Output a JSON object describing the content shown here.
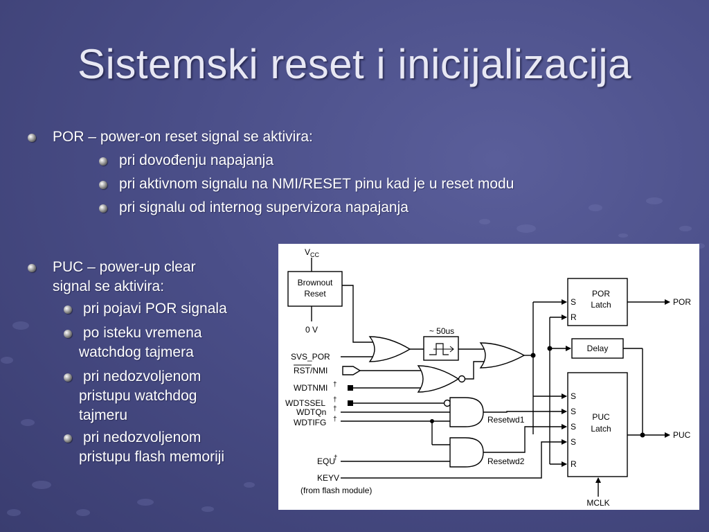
{
  "slide": {
    "title": "Sistemski reset i inicijalizacija"
  },
  "por_section": {
    "heading": "POR – power-on reset signal se aktivira:",
    "items": [
      "pri dovođenju napajanja",
      "pri aktivnom signalu na NMI/RESET pinu kad je u reset modu",
      "pri signalu od internog supervizora napajanja"
    ]
  },
  "puc_section": {
    "heading_line1": "PUC – power-up clear",
    "heading_line2": "signal se aktivira:",
    "items": [
      {
        "line1": "pri pojavi POR signala"
      },
      {
        "line1": "po isteku vremena",
        "line2": "watchdog tajmera"
      },
      {
        "line1": "pri nedozvoljenom",
        "line2": "pristupu watchdog",
        "line3": "tajmeru"
      },
      {
        "line1": "pri nedozvoljenom",
        "line2": "pristupu flash memoriji"
      }
    ]
  },
  "diagram": {
    "vcc": "V",
    "vcc_sub": "CC",
    "brownout_line1": "Brownout",
    "brownout_line2": "Reset",
    "zero_v": "0 V",
    "pulse_label": "~ 50us",
    "svs_por": "SVS_POR",
    "rst_nmi": "RST/NMI",
    "wdtnmi": "WDTNMI",
    "wdtssel": "WDTSSEL",
    "wdtqn": "WDTQn",
    "wdtifg": "WDTIFG",
    "dagger": "†",
    "equ": "EQU",
    "keyv": "KEYV",
    "from_flash": "(from flash module)",
    "por_latch_line1": "POR",
    "por_latch_line2": "Latch",
    "puc_latch_line1": "PUC",
    "puc_latch_line2": "Latch",
    "delay": "Delay",
    "pin_s": "S",
    "pin_r": "R",
    "out_por": "POR",
    "out_puc": "PUC",
    "resetwd1": "Resetwd1",
    "resetwd2": "Resetwd2",
    "mclk": "MCLK"
  }
}
